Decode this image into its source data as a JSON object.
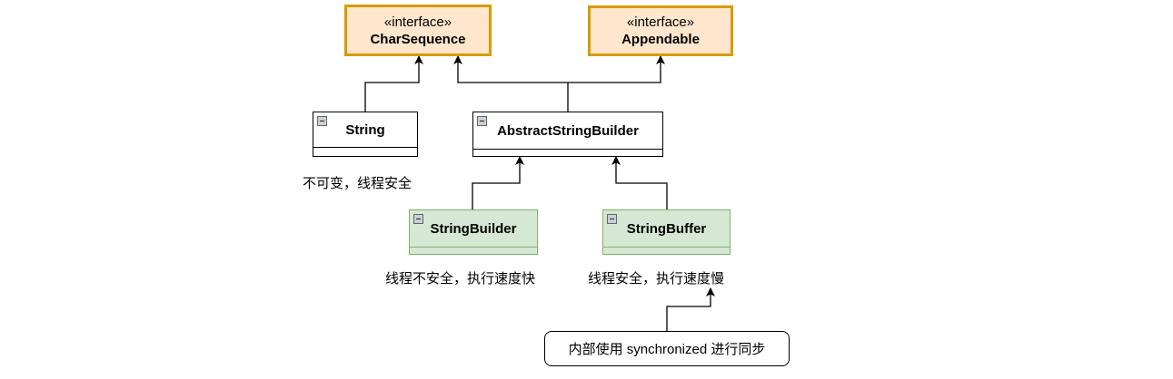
{
  "interfaces": {
    "char_sequence": {
      "stereotype": "«interface»",
      "name": "CharSequence"
    },
    "appendable": {
      "stereotype": "«interface»",
      "name": "Appendable"
    }
  },
  "classes": {
    "string": {
      "name": "String"
    },
    "abstract_string_builder": {
      "name": "AbstractStringBuilder"
    },
    "string_builder": {
      "name": "StringBuilder"
    },
    "string_buffer": {
      "name": "StringBuffer"
    }
  },
  "labels": {
    "string_desc": "不可变，线程安全",
    "builder_desc": "线程不安全，执行速度快",
    "buffer_desc": "线程安全，执行速度慢"
  },
  "note": {
    "text": "内部使用 synchronized 进行同步"
  },
  "colors": {
    "interface_fill": "#ffe6cc",
    "interface_border": "#d79b00",
    "green_fill": "#d5e8d4",
    "green_border": "#82b366"
  },
  "icons": {
    "collapse": "minus-square-icon"
  }
}
